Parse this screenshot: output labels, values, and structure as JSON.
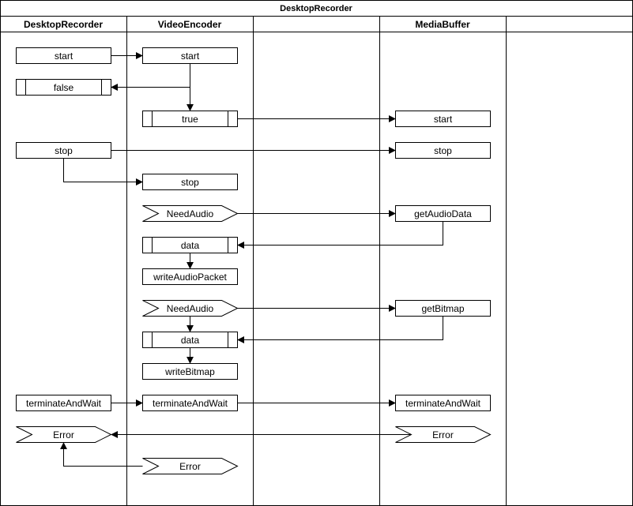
{
  "diagram": {
    "title": "DesktopRecorder",
    "lanes": [
      {
        "id": "l1",
        "label": "DesktopRecorder"
      },
      {
        "id": "l2",
        "label": "VideoEncoder"
      },
      {
        "id": "l3",
        "label": ""
      },
      {
        "id": "l4",
        "label": "MediaBuffer"
      },
      {
        "id": "l5",
        "label": ""
      }
    ],
    "nodes": [
      {
        "id": "dr_start",
        "label": "start",
        "shape": "rect"
      },
      {
        "id": "ve_start",
        "label": "start",
        "shape": "rect"
      },
      {
        "id": "dr_false",
        "label": "false",
        "shape": "process"
      },
      {
        "id": "ve_true",
        "label": "true",
        "shape": "process"
      },
      {
        "id": "mb_start",
        "label": "start",
        "shape": "rect"
      },
      {
        "id": "dr_stop",
        "label": "stop",
        "shape": "rect"
      },
      {
        "id": "mb_stop",
        "label": "stop",
        "shape": "rect"
      },
      {
        "id": "ve_stop",
        "label": "stop",
        "shape": "rect"
      },
      {
        "id": "ve_needaudio1",
        "label": "NeedAudio",
        "shape": "signal"
      },
      {
        "id": "mb_getaudio",
        "label": "getAudioData",
        "shape": "rect"
      },
      {
        "id": "ve_data1",
        "label": "data",
        "shape": "process"
      },
      {
        "id": "ve_writeaudio",
        "label": "writeAudioPacket",
        "shape": "rect"
      },
      {
        "id": "ve_needaudio2",
        "label": "NeedAudio",
        "shape": "signal"
      },
      {
        "id": "mb_getbitmap",
        "label": "getBitmap",
        "shape": "rect"
      },
      {
        "id": "ve_data2",
        "label": "data",
        "shape": "process"
      },
      {
        "id": "ve_writebitmap",
        "label": "writeBitmap",
        "shape": "rect"
      },
      {
        "id": "dr_terminate",
        "label": "terminateAndWait",
        "shape": "rect"
      },
      {
        "id": "ve_terminate",
        "label": "terminateAndWait",
        "shape": "rect"
      },
      {
        "id": "mb_terminate",
        "label": "terminateAndWait",
        "shape": "rect"
      },
      {
        "id": "dr_error",
        "label": "Error",
        "shape": "signal"
      },
      {
        "id": "mb_error",
        "label": "Error",
        "shape": "signal"
      },
      {
        "id": "ve_error",
        "label": "Error",
        "shape": "signal"
      }
    ],
    "edges": [
      {
        "from": "dr_start",
        "to": "ve_start"
      },
      {
        "from": "ve_start",
        "to": "dr_false"
      },
      {
        "from": "ve_start",
        "to": "ve_true"
      },
      {
        "from": "ve_true",
        "to": "mb_start"
      },
      {
        "from": "dr_stop",
        "to": "mb_stop"
      },
      {
        "from": "dr_stop",
        "to": "ve_stop"
      },
      {
        "from": "ve_needaudio1",
        "to": "mb_getaudio"
      },
      {
        "from": "mb_getaudio",
        "to": "ve_data1"
      },
      {
        "from": "ve_data1",
        "to": "ve_writeaudio"
      },
      {
        "from": "ve_needaudio2",
        "to": "mb_getbitmap"
      },
      {
        "from": "ve_needaudio2",
        "to": "ve_data2"
      },
      {
        "from": "mb_getbitmap",
        "to": "ve_data2"
      },
      {
        "from": "ve_data2",
        "to": "ve_writebitmap"
      },
      {
        "from": "dr_terminate",
        "to": "ve_terminate"
      },
      {
        "from": "ve_terminate",
        "to": "mb_terminate"
      },
      {
        "from": "mb_error",
        "to": "dr_error"
      },
      {
        "from": "ve_error",
        "to": "dr_error"
      }
    ]
  }
}
